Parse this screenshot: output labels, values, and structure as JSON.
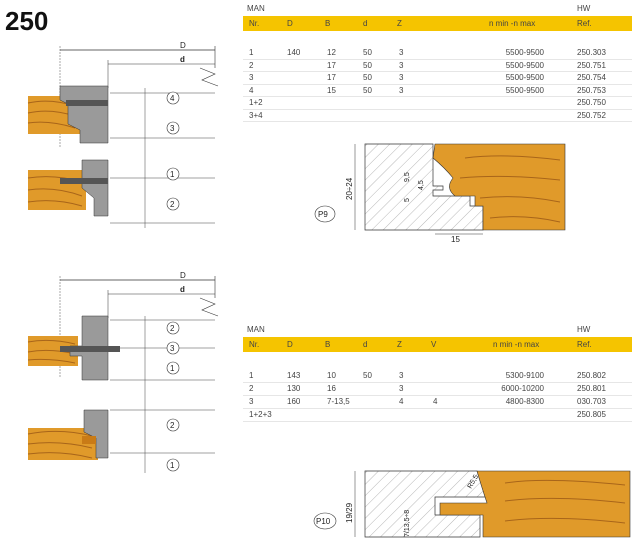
{
  "page_number": "250",
  "table1": {
    "group": "MAN",
    "material": "HW",
    "headers": [
      "Nr.",
      "D",
      "B",
      "d",
      "Z",
      "n min -n max",
      "Ref."
    ],
    "rows": [
      [
        "1",
        "140",
        "12",
        "50",
        "3",
        "5500-9500",
        "250.303"
      ],
      [
        "2",
        "",
        "17",
        "50",
        "3",
        "5500-9500",
        "250.751"
      ],
      [
        "3",
        "",
        "17",
        "50",
        "3",
        "5500-9500",
        "250.754"
      ],
      [
        "4",
        "",
        "15",
        "50",
        "3",
        "5500-9500",
        "250.753"
      ],
      [
        "1+2",
        "",
        "",
        "",
        "",
        "",
        "250.750"
      ],
      [
        "3+4",
        "",
        "",
        "",
        "",
        "",
        "250.752"
      ]
    ]
  },
  "table2": {
    "group": "MAN",
    "material": "HW",
    "headers": [
      "Nr.",
      "D",
      "B",
      "d",
      "Z",
      "V",
      "n min -n max",
      "Ref."
    ],
    "rows": [
      [
        "1",
        "143",
        "10",
        "50",
        "3",
        "",
        "5300-9100",
        "250.802"
      ],
      [
        "2",
        "130",
        "16",
        "",
        "3",
        "",
        "6000-10200",
        "250.801"
      ],
      [
        "3",
        "160",
        "7-13,5",
        "",
        "4",
        "4",
        "4800-8300",
        "030.703"
      ],
      [
        "1+2+3",
        "",
        "",
        "",
        "",
        "",
        "",
        "250.805"
      ]
    ]
  },
  "drawing1": {
    "dim_D": "D",
    "dim_d": "d",
    "cutters_top": [
      "4",
      "3"
    ],
    "cutters_bottom": [
      "1",
      "2"
    ]
  },
  "drawing2": {
    "dim_D": "D",
    "dim_d": "d",
    "cutters_top": [
      "2",
      "3",
      "1"
    ],
    "cutters_bottom": [
      "2",
      "1"
    ]
  },
  "profile1": {
    "tag": "P9",
    "height_range": "20÷24",
    "dim_a": "9,5",
    "dim_b": "4,5",
    "dim_c": "5",
    "width": "15"
  },
  "profile2": {
    "tag": "P10",
    "height_range": "19/29",
    "depth": "7/13,5÷8",
    "radius": "R5,5"
  },
  "colors": {
    "accent": "#f5c400",
    "wood": "#e09a2a",
    "wood_grain": "#a8651a",
    "cutter": "#9a9a9a"
  }
}
